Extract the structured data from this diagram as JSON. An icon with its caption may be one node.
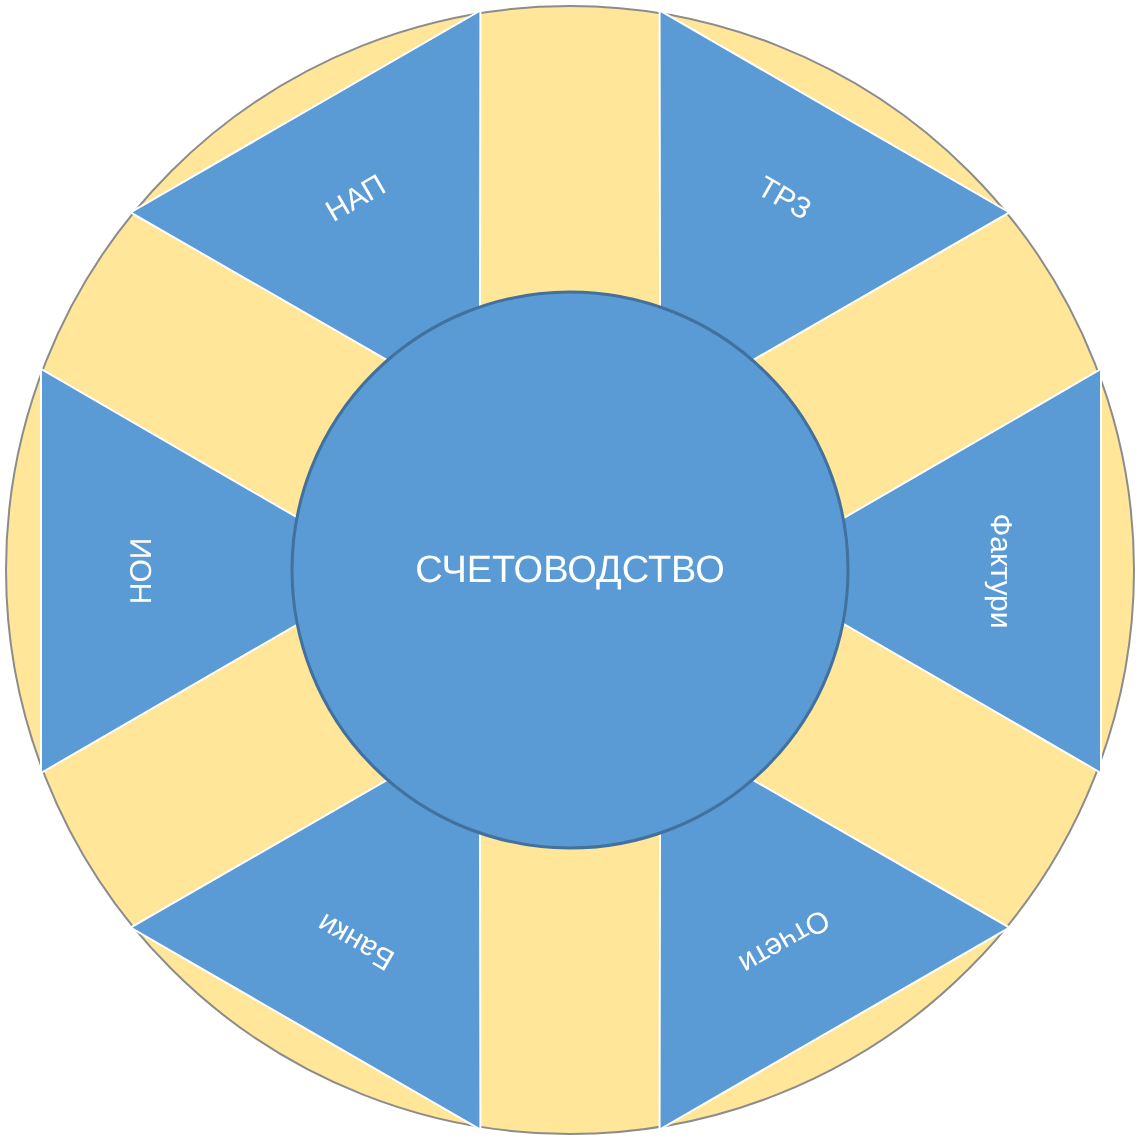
{
  "diagram": {
    "nodes": [
      {
        "text": [
          "НАП"
        ]
      },
      {
        "text": [
          "ТРЗ"
        ]
      },
      {
        "text": [
          "НОИ"
        ]
      },
      {
        "text": [
          "СЧЕТОВОДСТВО"
        ]
      },
      {
        "text": [
          "Фактури"
        ]
      },
      {
        "text": [
          "Банки"
        ]
      },
      {
        "text": [
          "Отчети"
        ]
      }
    ]
  }
}
